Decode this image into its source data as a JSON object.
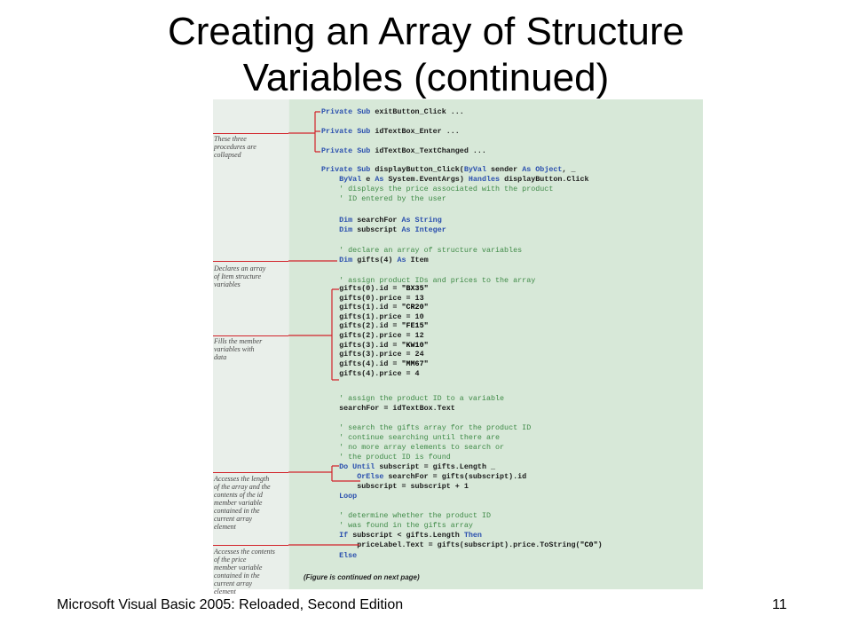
{
  "slide": {
    "title_line1": "Creating an Array of Structure",
    "title_line2": "Variables (continued)",
    "footer": "Microsoft Visual Basic 2005: Reloaded, Second Edition",
    "page_number": "11"
  },
  "figure": {
    "caption": "(Figure is continued on next page)",
    "annotations": [
      {
        "lines": [
          "These three",
          "procedures are",
          "collapsed"
        ]
      },
      {
        "lines": [
          "Declares an array",
          "of Item structure",
          "variables"
        ]
      },
      {
        "lines": [
          "Fills the member",
          "variables with",
          "data"
        ]
      },
      {
        "lines": [
          "Accesses the length",
          "of the array and the",
          "contents of the id",
          "member variable",
          "contained in the",
          "current array",
          "element"
        ]
      },
      {
        "lines": [
          "Accesses the contents",
          "of the price",
          "member variable",
          "contained in the",
          "current array",
          "element"
        ]
      }
    ],
    "code_lines": [
      [
        {
          "t": "kw",
          "s": "Private Sub "
        },
        {
          "t": "plain",
          "s": "exitButton_Click ..."
        }
      ],
      [
        {
          "t": "kw",
          "s": "Private Sub "
        },
        {
          "t": "plain",
          "s": "idTextBox_Enter ..."
        }
      ],
      [
        {
          "t": "kw",
          "s": "Private Sub "
        },
        {
          "t": "plain",
          "s": "idTextBox_TextChanged ..."
        }
      ],
      [
        {
          "t": "kw",
          "s": "Private Sub "
        },
        {
          "t": "plain",
          "s": "displayButton_Click("
        },
        {
          "t": "kw",
          "s": "ByVal "
        },
        {
          "t": "plain",
          "s": "sender "
        },
        {
          "t": "kw",
          "s": "As Object"
        },
        {
          "t": "plain",
          "s": ", _"
        }
      ],
      [
        {
          "t": "plain",
          "s": "    "
        },
        {
          "t": "kw",
          "s": "ByVal "
        },
        {
          "t": "plain",
          "s": "e "
        },
        {
          "t": "kw",
          "s": "As "
        },
        {
          "t": "plain",
          "s": "System.EventArgs) "
        },
        {
          "t": "kw",
          "s": "Handles "
        },
        {
          "t": "plain",
          "s": "displayButton.Click"
        }
      ],
      [
        {
          "t": "cm",
          "s": "    ' displays the price associated with the product"
        }
      ],
      [
        {
          "t": "cm",
          "s": "    ' ID entered by the user"
        }
      ],
      [
        {
          "t": "plain",
          "s": "    "
        },
        {
          "t": "kw",
          "s": "Dim "
        },
        {
          "t": "plain",
          "s": "searchFor "
        },
        {
          "t": "kw",
          "s": "As String"
        }
      ],
      [
        {
          "t": "plain",
          "s": "    "
        },
        {
          "t": "kw",
          "s": "Dim "
        },
        {
          "t": "plain",
          "s": "subscript "
        },
        {
          "t": "kw",
          "s": "As Integer"
        }
      ],
      [
        {
          "t": "cm",
          "s": "    ' declare an array of structure variables"
        }
      ],
      [
        {
          "t": "plain",
          "s": "    "
        },
        {
          "t": "kw",
          "s": "Dim "
        },
        {
          "t": "plain",
          "s": "gifts(4) "
        },
        {
          "t": "kw",
          "s": "As "
        },
        {
          "t": "plain",
          "s": "Item"
        }
      ],
      [
        {
          "t": "cm",
          "s": "    ' assign product IDs and prices to the array"
        }
      ],
      [
        {
          "t": "plain",
          "s": "    gifts(0).id = "
        },
        {
          "t": "str",
          "s": "\"BX35\""
        }
      ],
      [
        {
          "t": "plain",
          "s": "    gifts(0).price = 13"
        }
      ],
      [
        {
          "t": "plain",
          "s": "    gifts(1).id = "
        },
        {
          "t": "str",
          "s": "\"CR20\""
        }
      ],
      [
        {
          "t": "plain",
          "s": "    gifts(1).price = 10"
        }
      ],
      [
        {
          "t": "plain",
          "s": "    gifts(2).id = "
        },
        {
          "t": "str",
          "s": "\"FE15\""
        }
      ],
      [
        {
          "t": "plain",
          "s": "    gifts(2).price = 12"
        }
      ],
      [
        {
          "t": "plain",
          "s": "    gifts(3).id = "
        },
        {
          "t": "str",
          "s": "\"KW10\""
        }
      ],
      [
        {
          "t": "plain",
          "s": "    gifts(3).price = 24"
        }
      ],
      [
        {
          "t": "plain",
          "s": "    gifts(4).id = "
        },
        {
          "t": "str",
          "s": "\"MM67\""
        }
      ],
      [
        {
          "t": "plain",
          "s": "    gifts(4).price = 4"
        }
      ],
      [
        {
          "t": "cm",
          "s": "    ' assign the product ID to a variable"
        }
      ],
      [
        {
          "t": "plain",
          "s": "    searchFor = idTextBox.Text"
        }
      ],
      [
        {
          "t": "cm",
          "s": "    ' search the gifts array for the product ID"
        }
      ],
      [
        {
          "t": "cm",
          "s": "    ' continue searching until there are"
        }
      ],
      [
        {
          "t": "cm",
          "s": "    ' no more array elements to search or"
        }
      ],
      [
        {
          "t": "cm",
          "s": "    ' the product ID is found"
        }
      ],
      [
        {
          "t": "plain",
          "s": "    "
        },
        {
          "t": "kw",
          "s": "Do Until "
        },
        {
          "t": "plain",
          "s": "subscript = gifts.Length _"
        }
      ],
      [
        {
          "t": "plain",
          "s": "        "
        },
        {
          "t": "kw",
          "s": "OrElse "
        },
        {
          "t": "plain",
          "s": "searchFor = gifts(subscript).id"
        }
      ],
      [
        {
          "t": "plain",
          "s": "        subscript = subscript + 1"
        }
      ],
      [
        {
          "t": "plain",
          "s": "    "
        },
        {
          "t": "kw",
          "s": "Loop"
        }
      ],
      [
        {
          "t": "cm",
          "s": "    ' determine whether the product ID"
        }
      ],
      [
        {
          "t": "cm",
          "s": "    ' was found in the gifts array"
        }
      ],
      [
        {
          "t": "plain",
          "s": "    "
        },
        {
          "t": "kw",
          "s": "If "
        },
        {
          "t": "plain",
          "s": "subscript < gifts.Length "
        },
        {
          "t": "kw",
          "s": "Then"
        }
      ],
      [
        {
          "t": "plain",
          "s": "        priceLabel.Text = gifts(subscript).price.ToString("
        },
        {
          "t": "str",
          "s": "\"C0\""
        },
        {
          "t": "plain",
          "s": ")"
        }
      ],
      [
        {
          "t": "plain",
          "s": "    "
        },
        {
          "t": "kw",
          "s": "Else"
        }
      ]
    ]
  },
  "colors": {
    "keyword": "#2a4fae",
    "comment": "#3f8a47",
    "callout": "#d2232a",
    "code_bg": "#d7e8d8"
  }
}
